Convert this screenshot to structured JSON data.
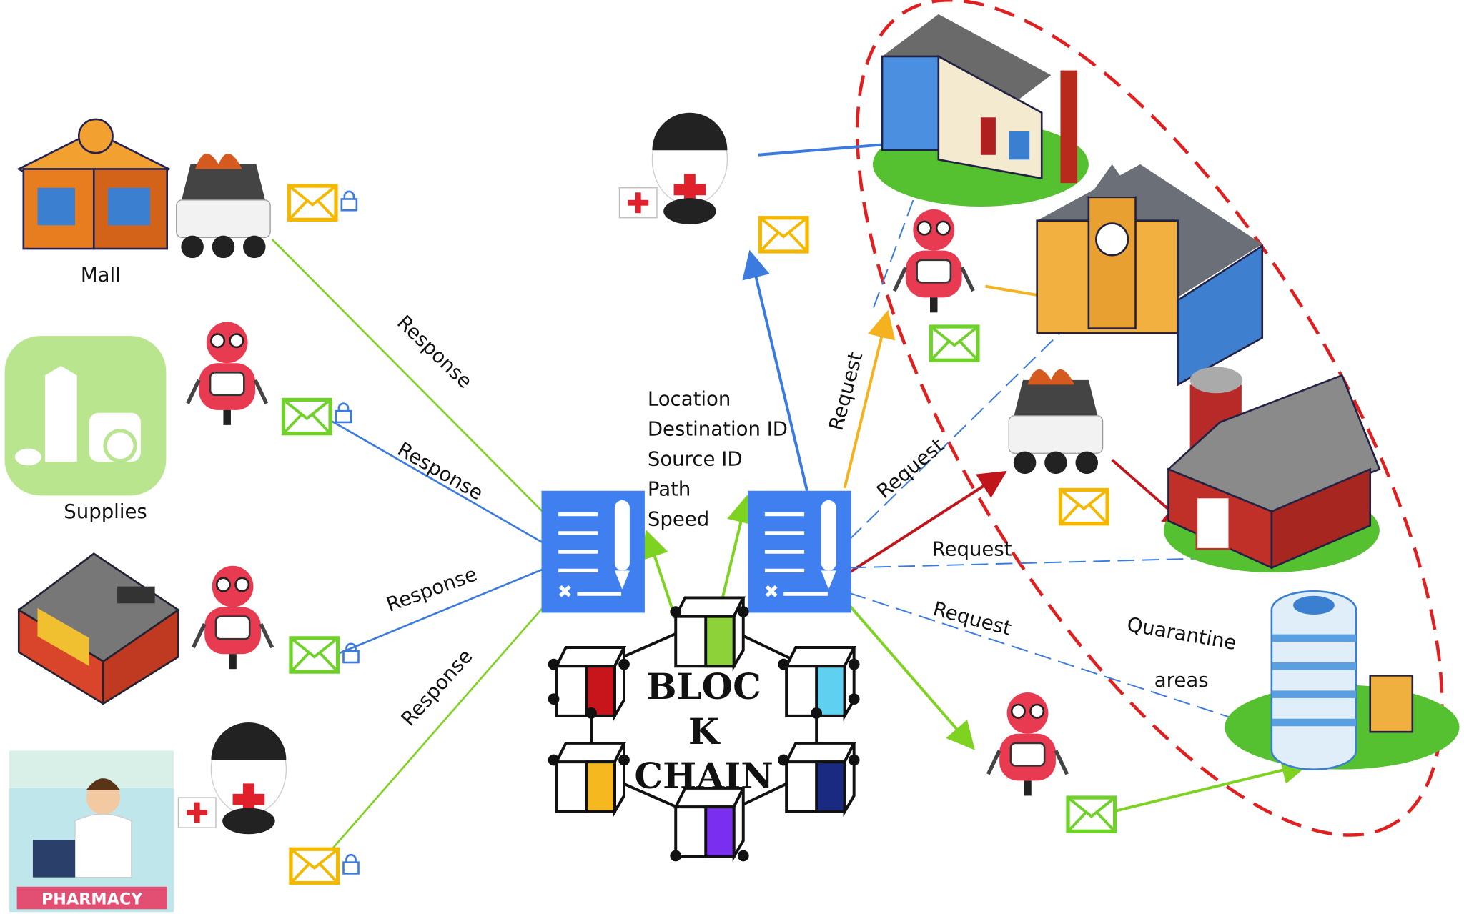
{
  "places": {
    "mall": "Mall",
    "supplies": "Supplies",
    "pharmacy": "PHARMACY"
  },
  "responses": [
    "Response",
    "Response",
    "Response",
    "Response"
  ],
  "requests": [
    "Request",
    "Request",
    "Request",
    "Request"
  ],
  "packet_fields": [
    "Location",
    "Destination ID",
    "Source ID",
    "Path",
    "Speed"
  ],
  "blockchain": [
    "BLOC",
    "K",
    "CHAIN"
  ],
  "quarantine": [
    "Quarantine",
    "areas"
  ],
  "colors": {
    "green_line": "#7ed321",
    "blue_line": "#3b7be0",
    "orange_line": "#f5b21e",
    "red_line": "#c0161b",
    "ellipse": "#e02020",
    "document": "#3f7ff0",
    "envelope_yellow": "#f5b800",
    "envelope_green": "#6fd12a"
  }
}
